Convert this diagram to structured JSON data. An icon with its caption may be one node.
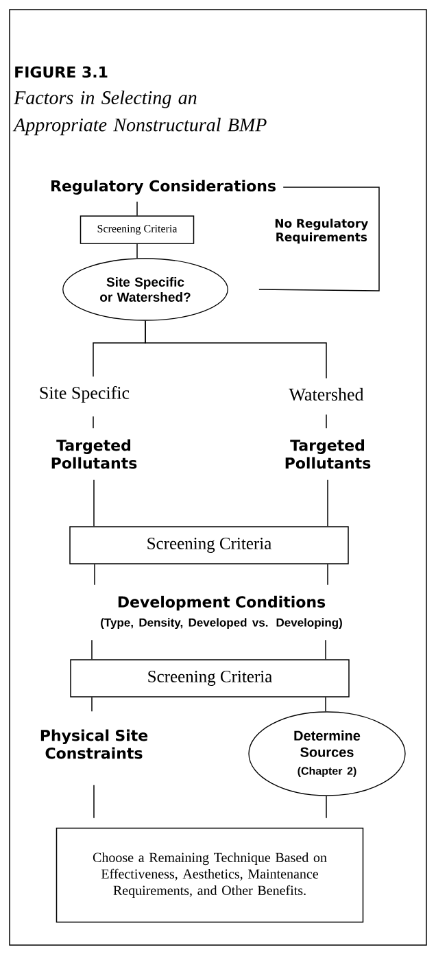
{
  "diagram": {
    "title": "FIGURE 3.1",
    "caption": "Factors in Selecting an Appropriate Nonstructural BMP",
    "nodes": [
      {
        "text": [
          "Regulatory Considerations"
        ]
      },
      {
        "text": [
          "Screening Criteria"
        ]
      },
      {
        "text": [
          "Site Specific or Watershed?"
        ]
      },
      {
        "text": [
          "Site Specific"
        ]
      },
      {
        "text": [
          "Watershed"
        ]
      },
      {
        "text": [
          "Targeted Pollutants"
        ]
      },
      {
        "text": [
          "Targeted Pollutants"
        ]
      },
      {
        "text": [
          "Screening Criteria"
        ]
      },
      {
        "text": [
          "Development Conditions",
          "(Type, Density, Developed vs. Developing)"
        ]
      },
      {
        "text": [
          "Screening Criteria"
        ]
      },
      {
        "text": [
          "Physical Site Constraints"
        ]
      },
      {
        "text": [
          "Determine Sources",
          "(Chapter 2)"
        ]
      },
      {
        "text": [
          "Choose a Remaining Technique Based on Effectiveness, Aesthetics, Maintenance Requirements, and Other Benefits."
        ]
      }
    ],
    "edges": [
      {
        "from": 0,
        "to": 1,
        "arrow": "none"
      },
      {
        "from": 1,
        "to": 2,
        "arrow": "none"
      },
      {
        "from": 0,
        "to": 2,
        "arrow": "none",
        "label": "No Regulatory Requirements"
      },
      {
        "from": 2,
        "to": 3,
        "arrow": "none"
      },
      {
        "from": 2,
        "to": 4,
        "arrow": "none"
      },
      {
        "from": 3,
        "to": 5,
        "arrow": "none"
      },
      {
        "from": 4,
        "to": 6,
        "arrow": "none"
      },
      {
        "from": 5,
        "to": 7,
        "arrow": "none"
      },
      {
        "from": 6,
        "to": 7,
        "arrow": "none"
      },
      {
        "from": 7,
        "to": 8,
        "arrow": "none"
      },
      {
        "from": 7,
        "to": 8,
        "arrow": "none"
      },
      {
        "from": 8,
        "to": 9,
        "arrow": "none"
      },
      {
        "from": 8,
        "to": 9,
        "arrow": "none"
      },
      {
        "from": 9,
        "to": 10,
        "arrow": "none"
      },
      {
        "from": 9,
        "to": 11,
        "arrow": "none"
      },
      {
        "from": 10,
        "to": 12,
        "arrow": "none"
      },
      {
        "from": 11,
        "to": 12,
        "arrow": "none"
      }
    ]
  }
}
